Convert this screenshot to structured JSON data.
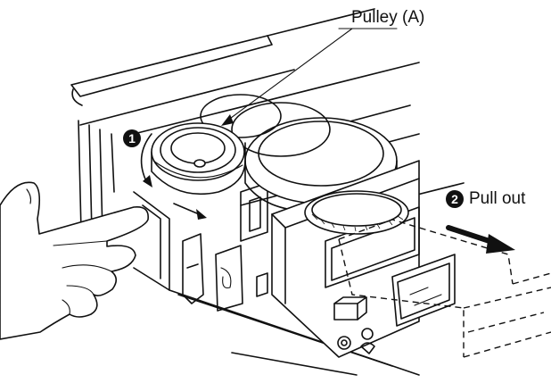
{
  "labels": {
    "pulley": "Pulley (A)",
    "step1_number": "1",
    "step2_number": "2",
    "step2_text": "Pull out"
  },
  "colors": {
    "ink": "#111111",
    "paper": "#ffffff"
  }
}
